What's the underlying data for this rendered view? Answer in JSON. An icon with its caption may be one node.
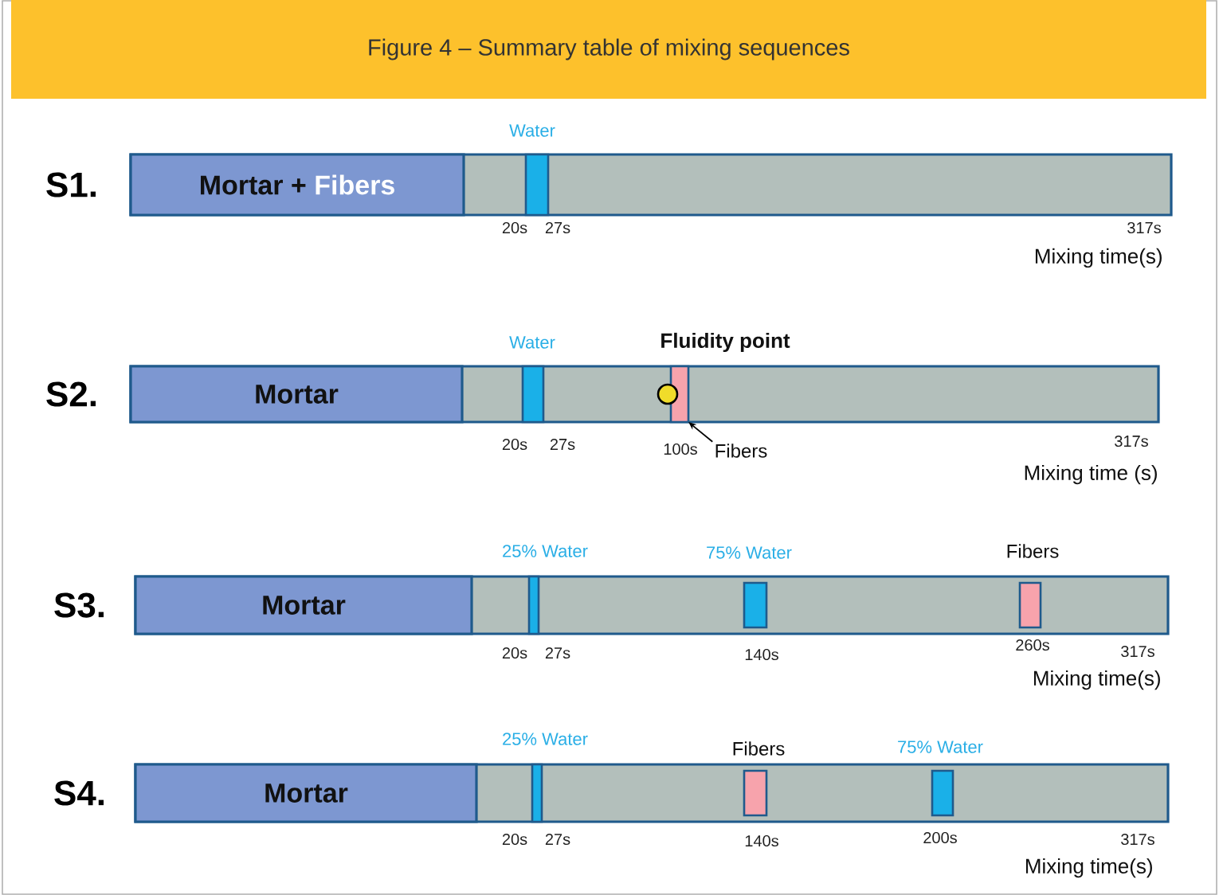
{
  "diagram": {
    "title": "Figure 4 – Summary table of mixing sequences",
    "nodes": [
      {
        "text": [],
        "shape": "bar",
        "beside": [
          "S1."
        ]
      },
      {
        "text": [
          "Mortar +",
          "Fibers"
        ],
        "in": 0
      },
      {
        "text": [
          "Water"
        ],
        "in": 0
      },
      {
        "text": [],
        "shape": "bar",
        "beside": [
          "S2."
        ]
      },
      {
        "text": [
          "Mortar"
        ],
        "in": 3
      },
      {
        "text": [
          "Water"
        ],
        "in": 3
      },
      {
        "text": [
          "Fluidity point"
        ],
        "in": 3
      },
      {
        "text": [],
        "shape": "bar",
        "in": 3
      },
      {
        "text": [
          "Fibers"
        ]
      },
      {
        "text": [],
        "shape": "bar",
        "beside": [
          "S3."
        ]
      },
      {
        "text": [
          "Mortar"
        ],
        "in": 9
      },
      {
        "text": [
          "25% Water"
        ],
        "in": 9
      },
      {
        "text": [
          "75% Water"
        ],
        "in": 9
      },
      {
        "text": [
          "Fibers"
        ],
        "in": 9
      },
      {
        "text": [],
        "shape": "bar",
        "beside": [
          "S4."
        ]
      },
      {
        "text": [
          "Mortar"
        ],
        "in": 14
      },
      {
        "text": [
          "25% Water"
        ],
        "in": 14
      },
      {
        "text": [
          "Fibers"
        ],
        "in": 14
      },
      {
        "text": [
          "75% Water"
        ],
        "in": 14
      }
    ],
    "edges": [
      {
        "from": 8,
        "to": 7,
        "arrow": "to"
      }
    ],
    "labels": [
      "20s",
      "27s",
      "317s",
      "Mixing time(s)",
      "20s",
      "27s",
      "100s",
      "317s",
      "Mixing time (s)",
      "20s",
      "27s",
      "140s",
      "260s",
      "317s",
      "Mixing time(s)",
      "20s",
      "27s",
      "140s",
      "200s",
      "317s",
      "Mixing time(s)"
    ]
  }
}
